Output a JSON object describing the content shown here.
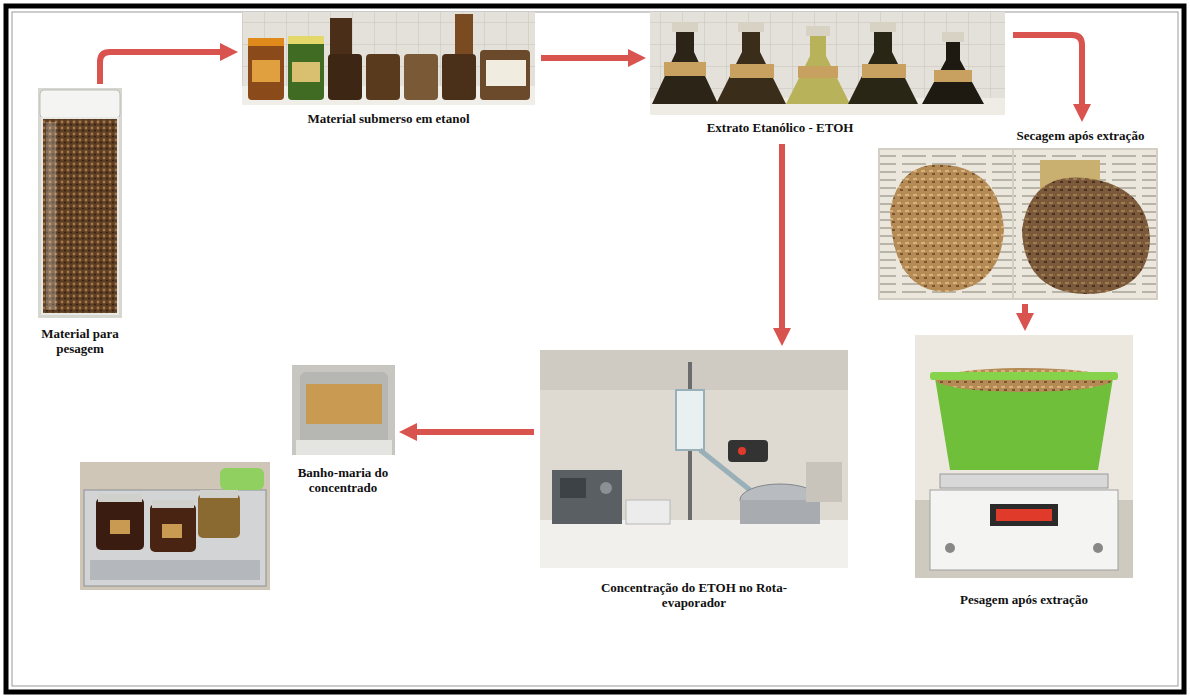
{
  "diagram": {
    "nodes": [
      {
        "text": [
          "Material para pesagem"
        ]
      },
      {
        "text": [
          "Material submerso em etanol"
        ]
      },
      {
        "text": [
          "Extrato Etanólico - ETOH"
        ]
      },
      {
        "text": [
          "Secagem após extração"
        ]
      },
      {
        "text": [
          "Pesagem após extração"
        ]
      },
      {
        "text": [
          "Concentração do ETOH no Rota-evaporador"
        ]
      },
      {
        "text": [
          "Banho-maria do concentrado"
        ]
      }
    ],
    "edges": [
      {
        "from": 0,
        "to": 1,
        "arrow": "to"
      },
      {
        "from": 1,
        "to": 2,
        "arrow": "to"
      },
      {
        "from": 2,
        "to": 3,
        "arrow": "to"
      },
      {
        "from": 3,
        "to": 4,
        "arrow": "to"
      },
      {
        "from": 2,
        "to": 5,
        "arrow": "to"
      },
      {
        "from": 5,
        "to": 6,
        "arrow": "to"
      }
    ]
  }
}
